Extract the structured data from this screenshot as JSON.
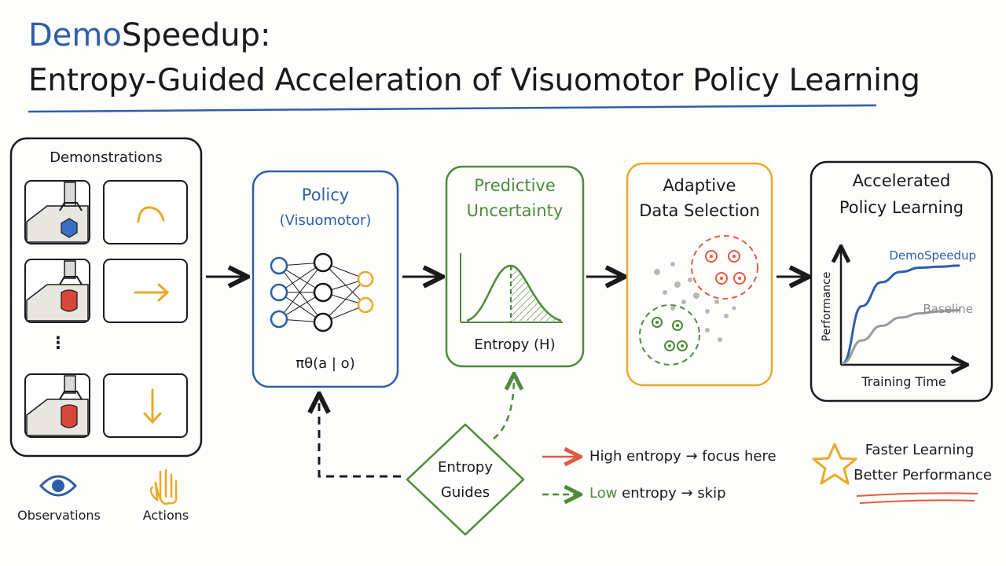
{
  "title": {
    "part1": "Demo",
    "part2": "Speedup:",
    "line2": "Entropy-Guided Acceleration of Visuomotor Policy Learning"
  },
  "demos": {
    "heading": "Demonstrations",
    "ellipsis": "⋮"
  },
  "legend_io": {
    "observations": "Observations",
    "actions": "Actions"
  },
  "policy": {
    "line1": "Policy",
    "line2": "(Visuomotor)",
    "formula": "πθ(a | o)"
  },
  "uncertainty": {
    "line1": "Predictive",
    "line2": "Uncertainty",
    "entropy": "Entropy (H)"
  },
  "selection": {
    "line1": "Adaptive",
    "line2": "Data Selection"
  },
  "accelerated": {
    "line1": "Accelerated",
    "line2": "Policy Learning"
  },
  "chart_data": {
    "type": "line",
    "ylabel": "Performance",
    "xlabel": "Training Time",
    "series": [
      {
        "name": "DemoSpeedup",
        "color": "#2f5ea8",
        "values": [
          0,
          0.55,
          0.78,
          0.88,
          0.92,
          0.93,
          0.94
        ]
      },
      {
        "name": "Baseline",
        "color": "#9a9a9a",
        "values": [
          0,
          0.22,
          0.36,
          0.44,
          0.48,
          0.5,
          0.51
        ]
      }
    ]
  },
  "guides": {
    "line1": "Entropy",
    "line2": "Guides"
  },
  "entropy_legend": {
    "high": "High entropy → focus here",
    "low_word": "Low",
    "low_rest": " entropy → skip"
  },
  "result": {
    "line1": "Faster Learning",
    "line2": "Better Performance"
  },
  "colors": {
    "blue": "#2f5ea8",
    "green": "#4f8a3c",
    "orange": "#e8a92a",
    "red": "#e05a44",
    "dark": "#1a1a1a"
  }
}
